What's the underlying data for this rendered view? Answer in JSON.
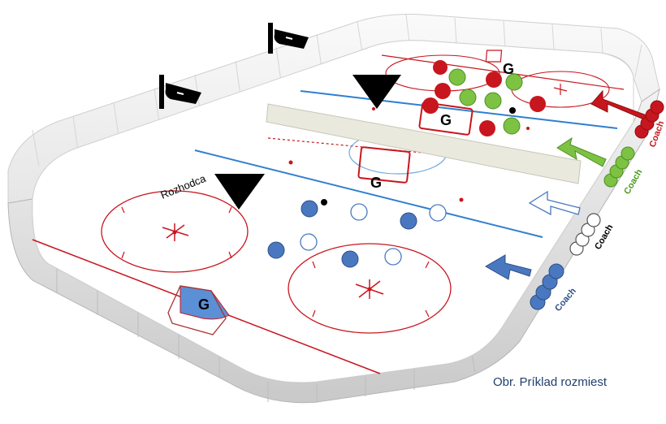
{
  "labels": {
    "goalie": "G",
    "referee": "Rozhodca",
    "coach": "Coach"
  },
  "caption": "Obr. Príklad rozmiest",
  "colors": {
    "red_team": "#c8161e",
    "green_team": "#7dc243",
    "white_team": "#ffffff",
    "blue_team": "#4a78c0",
    "blue_line": "#2f7fd0",
    "red_line": "#c8161e",
    "ice": "#ffffff",
    "board": "#e4e4e4"
  },
  "icons": [
    "camera-icon",
    "referee-triangle-icon",
    "arrow-icon"
  ]
}
